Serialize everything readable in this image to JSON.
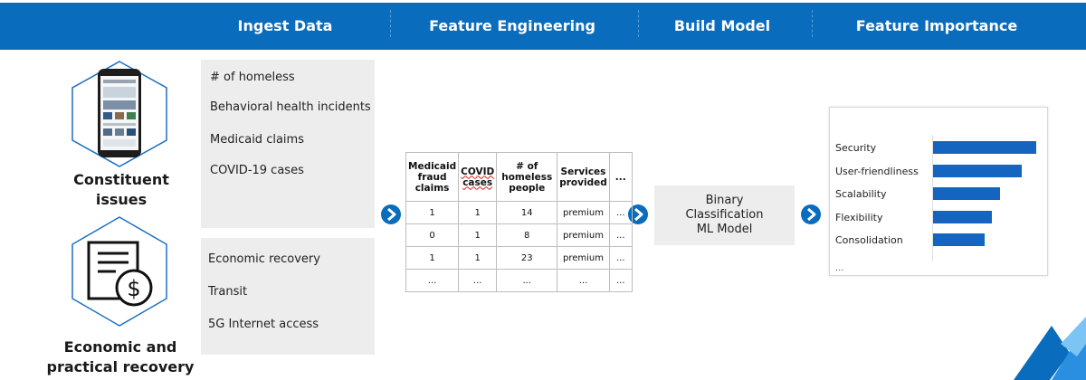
{
  "header": {
    "steps": [
      "Ingest Data",
      "Feature Engineering",
      "Build Model",
      "Feature Importance"
    ]
  },
  "sources": {
    "constituent": {
      "label_line1": "Constituent",
      "label_line2": "issues",
      "items": [
        "# of homeless",
        "Behavioral health incidents",
        "Medicaid claims",
        "COVID-19 cases"
      ]
    },
    "economic": {
      "label_line1": "Economic and",
      "label_line2": "practical recovery",
      "items": [
        "Economic recovery",
        "Transit",
        "5G Internet access"
      ]
    }
  },
  "feature_table": {
    "headers": [
      [
        "Medicaid",
        "fraud",
        "claims"
      ],
      [
        "COVID",
        "cases"
      ],
      [
        "# of",
        "homeless",
        "people"
      ],
      [
        "Services",
        "provided"
      ],
      [
        "..."
      ]
    ],
    "rows": [
      [
        "1",
        "1",
        "14",
        "premium",
        "..."
      ],
      [
        "0",
        "1",
        "8",
        "premium",
        "..."
      ],
      [
        "1",
        "1",
        "23",
        "premium",
        "..."
      ],
      [
        "...",
        "...",
        "...",
        "...",
        "..."
      ]
    ]
  },
  "model": {
    "line1": "Binary",
    "line2": "Classification",
    "line3": "ML Model"
  },
  "feature_importance": {
    "features": [
      {
        "name": "Security",
        "importance": 1.0
      },
      {
        "name": "User-friendliness",
        "importance": 0.86
      },
      {
        "name": "Scalability",
        "importance": 0.65
      },
      {
        "name": "Flexibility",
        "importance": 0.57
      },
      {
        "name": "Consolidation",
        "importance": 0.5
      }
    ],
    "more": "..."
  },
  "colors": {
    "brand_blue": "#0a6cbc",
    "bar_blue": "#1565c0",
    "panel_gray": "#ededed"
  }
}
